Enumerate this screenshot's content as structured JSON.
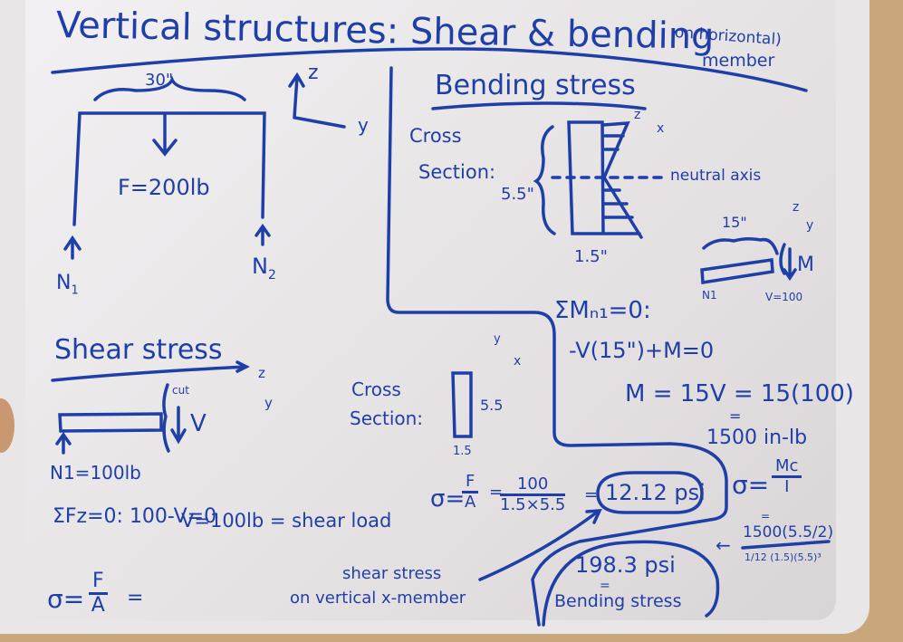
{
  "title": {
    "main": "Vertical structures: Shear & bending",
    "sub1": "on horizontal)",
    "sub2": "member"
  },
  "frame_diagram": {
    "span": "30\"",
    "force": "F=200lb",
    "n1": "N",
    "n1_sub": "1",
    "n2": "N",
    "n2_sub": "2",
    "axis_z": "z",
    "axis_y": "y"
  },
  "bending": {
    "heading": "Bending stress",
    "cross_label_1": "Cross",
    "cross_label_2": "Section:",
    "height": "5.5\"",
    "width": "1.5\"",
    "neutral_axis": "neutral axis",
    "axis_z": "z",
    "axis_x": "x",
    "beam_length": "15\"",
    "beam_axis_z": "z",
    "beam_axis_y": "y",
    "beam_moment": "M",
    "beam_n1": "N1",
    "beam_v": "V=100",
    "eq1": "ΣMₙ₁=0:",
    "eq2": "-V(15\")+M=0",
    "eq3": "M = 15V = 15(100)",
    "eq4_eq": "=",
    "eq4": "1500 in-lb",
    "sigma_lhs": "σ=",
    "sigma_num": "Mc",
    "sigma_den": "I",
    "eq5_eq": "=",
    "calc_num": "1500(5.5/2)",
    "calc_den": "1/12 (1.5)(5.5)³",
    "arrow": "←",
    "result": "198.3 psi",
    "result_eq": "=",
    "result_label": "Bending stress"
  },
  "shear": {
    "heading": "Shear stress",
    "axis_z": "z",
    "axis_y": "y",
    "cut": "cut",
    "v": "V",
    "n1": "N1=100lb",
    "eq1": "ΣFz=0: 100-V=0",
    "eq2": "V=100lb = shear load",
    "sigma_lhs": "σ=",
    "sigma_num": "F",
    "sigma_den": "A",
    "sigma_tail": "=",
    "cross_label_1": "Cross",
    "cross_label_2": "Section:",
    "cs_height": "5.5",
    "cs_width": "1.5",
    "cs_axis_y": "y",
    "cs_axis_x": "x",
    "calc_lhs": "σ=",
    "calc_f": "F",
    "calc_a": "A",
    "calc_eq": "=",
    "calc_num": "100",
    "calc_den": "1.5×5.5",
    "calc_eq2": "=",
    "result": "12.12 psi",
    "note_1": "shear stress",
    "note_2": "on vertical x-member"
  },
  "colors": {
    "ink": "#1f3fa8",
    "board": "#f0eef0",
    "wall": "#c9a77a"
  }
}
